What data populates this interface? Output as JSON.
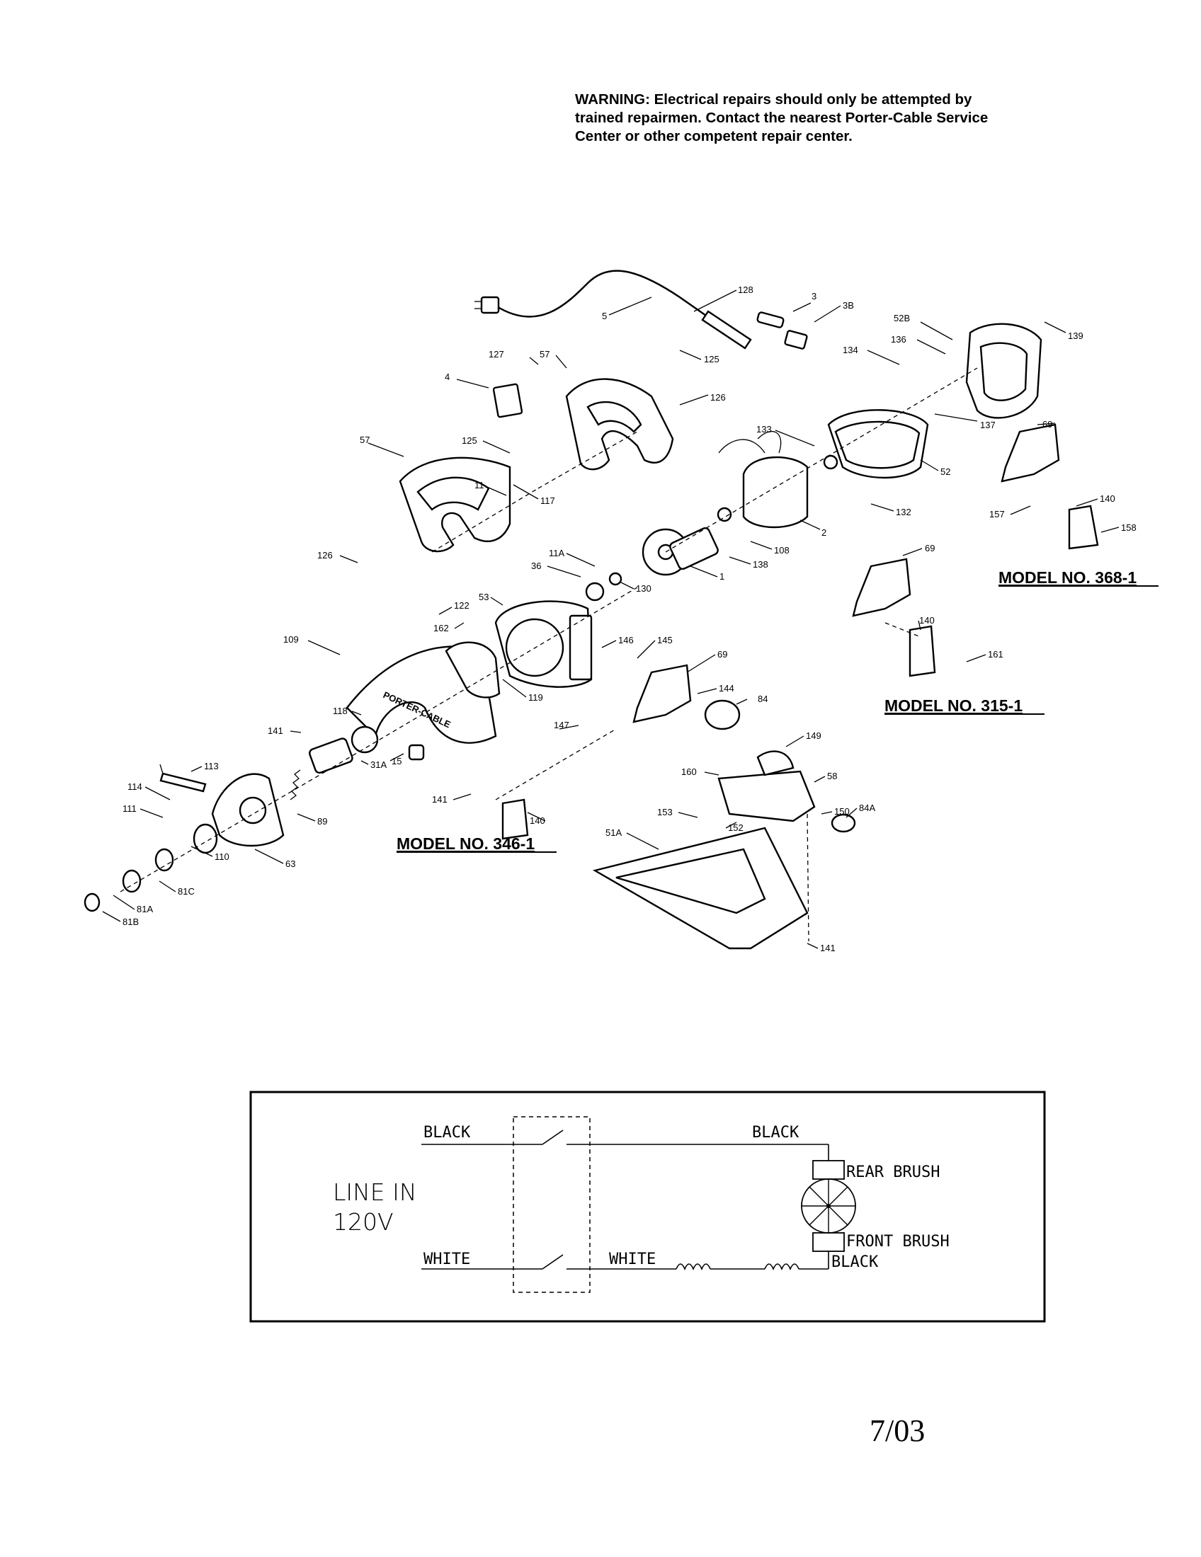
{
  "warning": {
    "line1": "WARNING:  Electrical repairs should only be attempted by",
    "line2": "trained repairmen.  Contact the nearest Porter-Cable Service",
    "line3": "Center or other competent repair center."
  },
  "diagram": {
    "models": [
      "MODEL NO.  368-1",
      "MODEL NO.  315-1",
      "MODEL NO.  346-1"
    ],
    "part_labels": {
      "p128": "128",
      "p5": "5",
      "p3": "3",
      "p3b": "3B",
      "p52b": "52B",
      "p139": "139",
      "p127": "127",
      "p57a": "57",
      "p125a": "125",
      "p4": "4",
      "p126a": "126",
      "p134": "134",
      "p136": "136",
      "p137": "137",
      "p133": "133",
      "p52": "52",
      "p69a": "69",
      "p57b": "57",
      "p125b": "125",
      "p117": "117",
      "p11": "11",
      "p2": "2",
      "p132": "132",
      "p108": "108",
      "p138": "138",
      "p157": "157",
      "p140a": "140",
      "p158": "158",
      "p126b": "126",
      "p11a": "11A",
      "p36": "36",
      "p130": "130",
      "p1": "1",
      "p69b": "69",
      "p122": "122",
      "p53": "53",
      "p162": "162",
      "p140b": "140",
      "p161": "161",
      "p109": "109",
      "p146": "146",
      "p145": "145",
      "p69c": "69",
      "p119": "119",
      "p144": "144",
      "p84": "84",
      "p118": "118",
      "p141a": "141",
      "p147": "147",
      "p15": "15",
      "p31a": "31A",
      "p149": "149",
      "p113": "113",
      "p160": "160",
      "p58": "58",
      "p114": "114",
      "p89": "89",
      "p150": "150",
      "p84a": "84A",
      "p111": "111",
      "p141b": "141",
      "p140c": "140",
      "p153": "153",
      "p152": "152",
      "p51a": "51A",
      "p110": "110",
      "p63": "63",
      "p81c": "81C",
      "p81a": "81A",
      "p81b": "81B",
      "p141c": "141"
    },
    "guard_brand": "PORTER-CABLE"
  },
  "wiring": {
    "black_left": "BLACK",
    "black_right": "BLACK",
    "line_in": "LINE IN",
    "voltage": "120V",
    "rear_brush": "REAR BRUSH",
    "front_brush": "FRONT BRUSH",
    "black_bottom": "BLACK",
    "white_left": "WHITE",
    "white_right": "WHITE"
  },
  "footer": {
    "date": "7/03"
  }
}
